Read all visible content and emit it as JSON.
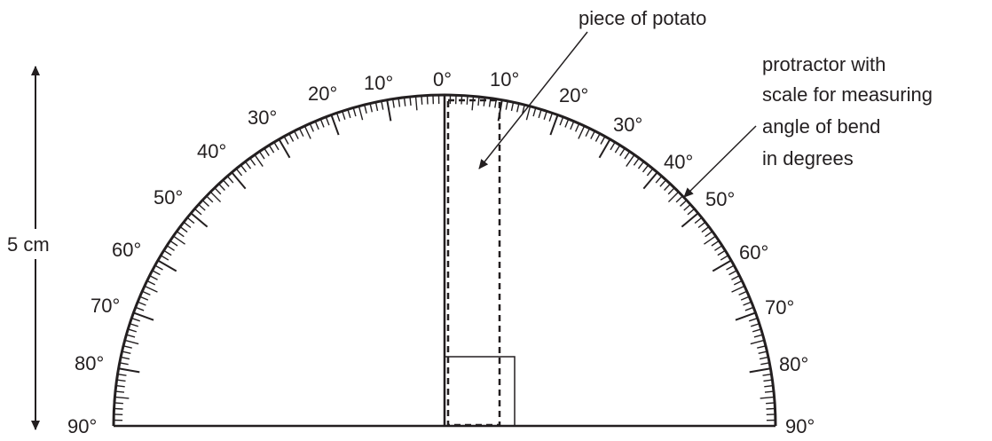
{
  "scale_labels_left": [
    "0°",
    "10°",
    "20°",
    "30°",
    "40°",
    "50°",
    "60°",
    "70°",
    "80°",
    "90°"
  ],
  "scale_labels_right": [
    "10°",
    "20°",
    "30°",
    "40°",
    "50°",
    "60°",
    "70°",
    "80°",
    "90°"
  ],
  "measure_label": "5 cm",
  "potato_label": "piece of potato",
  "protractor_label_lines": [
    "protractor with",
    "scale for measuring",
    "angle of bend",
    "in degrees"
  ],
  "colors": {
    "ink": "#231f20",
    "background": "#ffffff"
  }
}
